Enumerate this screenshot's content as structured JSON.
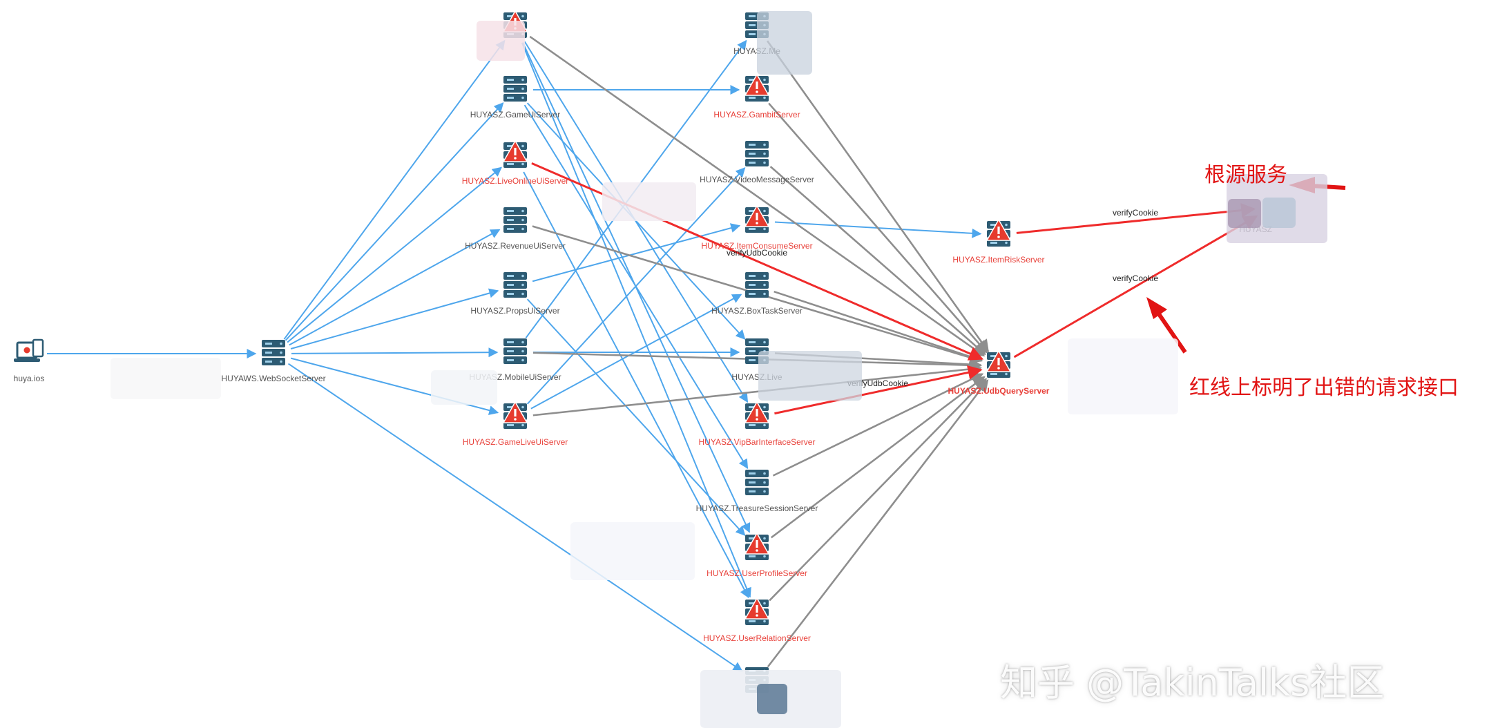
{
  "nodes": [
    {
      "id": "client",
      "label": "huya.ios",
      "kind": "client",
      "status": "ok"
    },
    {
      "id": "ws",
      "label": "HUYAWS.WebSocketServer",
      "kind": "server",
      "status": "ok"
    },
    {
      "id": "a0",
      "label": "",
      "kind": "server",
      "status": "error"
    },
    {
      "id": "a1",
      "label": "HUYASZ.GameUiServer",
      "kind": "server",
      "status": "ok"
    },
    {
      "id": "a2",
      "label": "HUYASZ.LiveOnlineUiServer",
      "kind": "server",
      "status": "error"
    },
    {
      "id": "a3",
      "label": "HUYASZ.RevenueUiServer",
      "kind": "server",
      "status": "ok"
    },
    {
      "id": "a4",
      "label": "HUYASZ.PropsUiServer",
      "kind": "server",
      "status": "ok"
    },
    {
      "id": "a5",
      "label": "HUYASZ.MobileUiServer",
      "kind": "server",
      "status": "ok"
    },
    {
      "id": "a6",
      "label": "HUYASZ.GameLiveUiServer",
      "kind": "server",
      "status": "error"
    },
    {
      "id": "b0",
      "label": "HUYASZ.Me",
      "kind": "server",
      "status": "ok"
    },
    {
      "id": "b1",
      "label": "HUYASZ.GambitServer",
      "kind": "server",
      "status": "error"
    },
    {
      "id": "b2",
      "label": "HUYASZ.VideoMessageServer",
      "kind": "server",
      "status": "ok"
    },
    {
      "id": "b3",
      "label": "HUYASZ.ItemConsumeServer",
      "kind": "server",
      "status": "error"
    },
    {
      "id": "b4",
      "label": "HUYASZ.BoxTaskServer",
      "kind": "server",
      "status": "ok"
    },
    {
      "id": "b5",
      "label": "HUYASZ.Live",
      "kind": "server",
      "status": "ok"
    },
    {
      "id": "b6",
      "label": "HUYASZ.VipBarInterfaceServer",
      "kind": "server",
      "status": "error"
    },
    {
      "id": "b7",
      "label": "HUYASZ.TreasureSessionServer",
      "kind": "server",
      "status": "ok"
    },
    {
      "id": "b8",
      "label": "HUYASZ.UserProfileServer",
      "kind": "server",
      "status": "error"
    },
    {
      "id": "b9",
      "label": "HUYASZ.UserRelationServer",
      "kind": "server",
      "status": "error"
    },
    {
      "id": "b10",
      "label": "",
      "kind": "server",
      "status": "ok"
    },
    {
      "id": "c0",
      "label": "HUYASZ.ItemRiskServer",
      "kind": "server",
      "status": "error"
    },
    {
      "id": "c1",
      "label": "HUYASZ.UdbQueryServer",
      "kind": "server",
      "status": "error"
    },
    {
      "id": "root",
      "label": "HUYASZ",
      "kind": "blurred",
      "status": "ok"
    }
  ],
  "edges": [
    {
      "from": "client",
      "to": "ws",
      "type": "normal"
    },
    {
      "from": "ws",
      "to": "a0",
      "type": "normal"
    },
    {
      "from": "ws",
      "to": "a1",
      "type": "normal"
    },
    {
      "from": "ws",
      "to": "a2",
      "type": "normal"
    },
    {
      "from": "ws",
      "to": "a3",
      "type": "normal"
    },
    {
      "from": "ws",
      "to": "a4",
      "type": "normal"
    },
    {
      "from": "ws",
      "to": "a5",
      "type": "normal"
    },
    {
      "from": "ws",
      "to": "a6",
      "type": "normal"
    },
    {
      "from": "ws",
      "to": "b10",
      "type": "normal"
    },
    {
      "from": "a0",
      "to": "b6",
      "type": "normal"
    },
    {
      "from": "a0",
      "to": "b8",
      "type": "normal"
    },
    {
      "from": "a0",
      "to": "b9",
      "type": "normal"
    },
    {
      "from": "a1",
      "to": "b1",
      "type": "normal"
    },
    {
      "from": "a1",
      "to": "b7",
      "type": "normal"
    },
    {
      "from": "a1",
      "to": "b5",
      "type": "normal"
    },
    {
      "from": "a2",
      "to": "b9",
      "type": "normal"
    },
    {
      "from": "a4",
      "to": "b3",
      "type": "normal"
    },
    {
      "from": "a4",
      "to": "b8",
      "type": "normal"
    },
    {
      "from": "a5",
      "to": "b5",
      "type": "normal"
    },
    {
      "from": "a5",
      "to": "b0",
      "type": "normal"
    },
    {
      "from": "a6",
      "to": "b2",
      "type": "normal"
    },
    {
      "from": "a6",
      "to": "b4",
      "type": "normal"
    },
    {
      "from": "b3",
      "to": "c0",
      "type": "normal"
    },
    {
      "from": "a0",
      "to": "c1",
      "type": "secondary"
    },
    {
      "from": "a3",
      "to": "c1",
      "type": "secondary"
    },
    {
      "from": "a5",
      "to": "c1",
      "type": "secondary"
    },
    {
      "from": "a6",
      "to": "c1",
      "type": "secondary"
    },
    {
      "from": "b0",
      "to": "c1",
      "type": "secondary"
    },
    {
      "from": "b1",
      "to": "c1",
      "type": "secondary"
    },
    {
      "from": "b2",
      "to": "c1",
      "type": "secondary"
    },
    {
      "from": "b4",
      "to": "c1",
      "type": "secondary"
    },
    {
      "from": "b5",
      "to": "c1",
      "type": "secondary"
    },
    {
      "from": "b7",
      "to": "c1",
      "type": "secondary"
    },
    {
      "from": "b8",
      "to": "c1",
      "type": "secondary"
    },
    {
      "from": "b9",
      "to": "c1",
      "type": "secondary"
    },
    {
      "from": "b10",
      "to": "c1",
      "type": "secondary"
    },
    {
      "from": "a2",
      "to": "c1",
      "type": "error",
      "label": "verifyUdbCookie"
    },
    {
      "from": "b6",
      "to": "c1",
      "type": "error",
      "label": "verifyUdbCookie"
    },
    {
      "from": "c1",
      "to": "root",
      "type": "error",
      "label": "verifyCookie"
    },
    {
      "from": "c0",
      "to": "root",
      "type": "error",
      "label": "verifyCookie"
    }
  ],
  "annotations": {
    "root_cause": "根源服务",
    "red_line_note": "红线上标明了出错的请求接口"
  },
  "watermark": "知乎 @TakinTalks社区",
  "colors": {
    "normal_edge": "#4ea6ec",
    "secondary_edge": "#8e8e8e",
    "error_edge": "#ef2b2b",
    "server_icon": "#2d5b73",
    "error_badge": "#e63b2e",
    "label_ok": "#555555",
    "label_error": "#e8413a"
  }
}
